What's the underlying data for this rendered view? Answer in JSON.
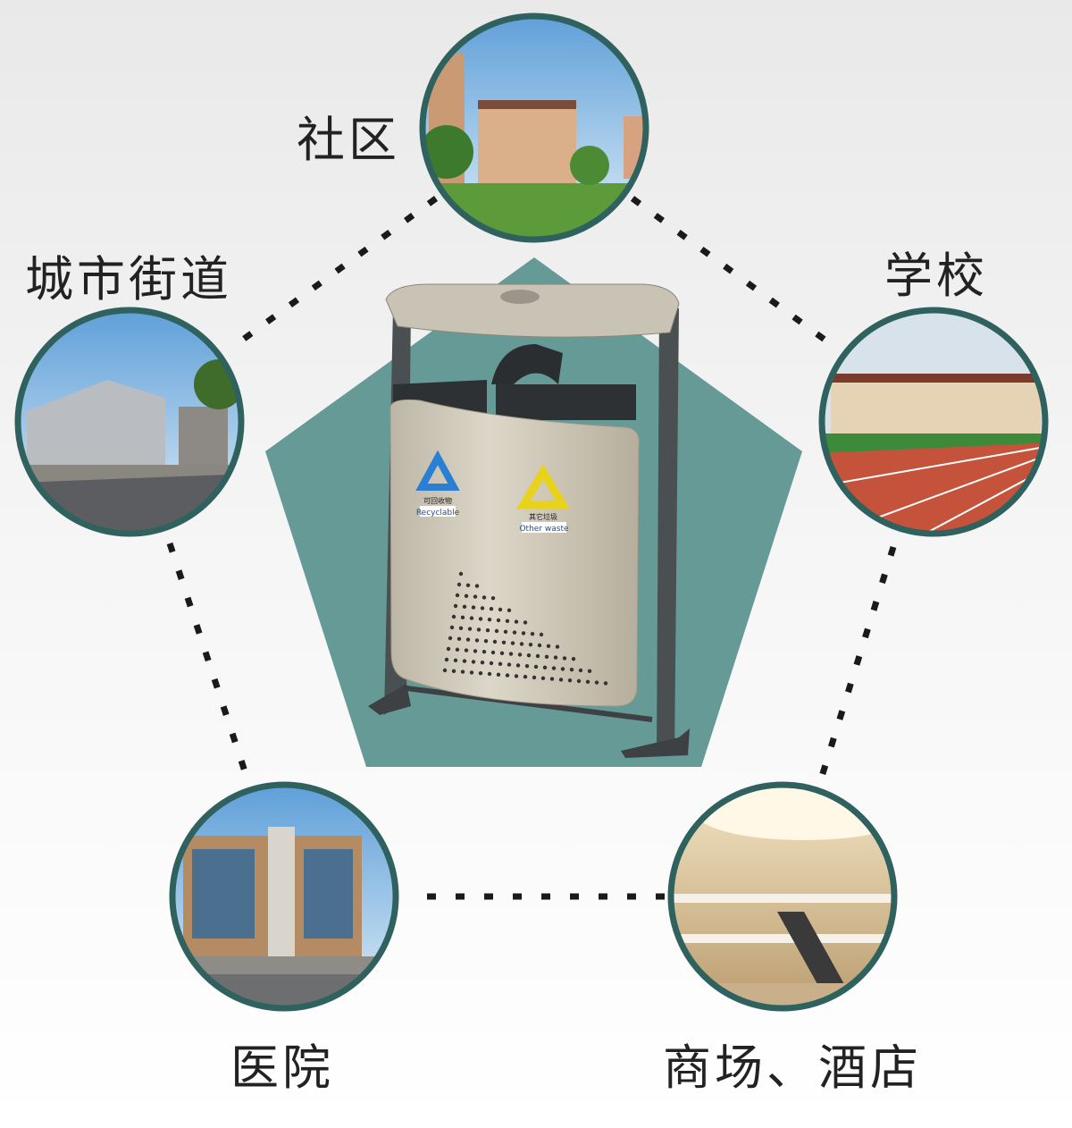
{
  "scenes": [
    {
      "label": "社区",
      "icon": "residential-community-photo"
    },
    {
      "label": "城市街道",
      "icon": "city-street-photo"
    },
    {
      "label": "学校",
      "icon": "school-track-photo"
    },
    {
      "label": "医院",
      "icon": "hospital-building-photo"
    },
    {
      "label": "商场、酒店",
      "icon": "shopping-mall-photo"
    }
  ],
  "product": {
    "left_sign": {
      "cn": "可回收物",
      "en": "Recyclable"
    },
    "right_sign": {
      "cn": "其它垃圾",
      "en": "Other waste"
    }
  },
  "colors": {
    "pentagon": "#659a97",
    "ring": "#2f625f",
    "bin_body": "#cfc8b8",
    "frame": "#4a4f52"
  }
}
